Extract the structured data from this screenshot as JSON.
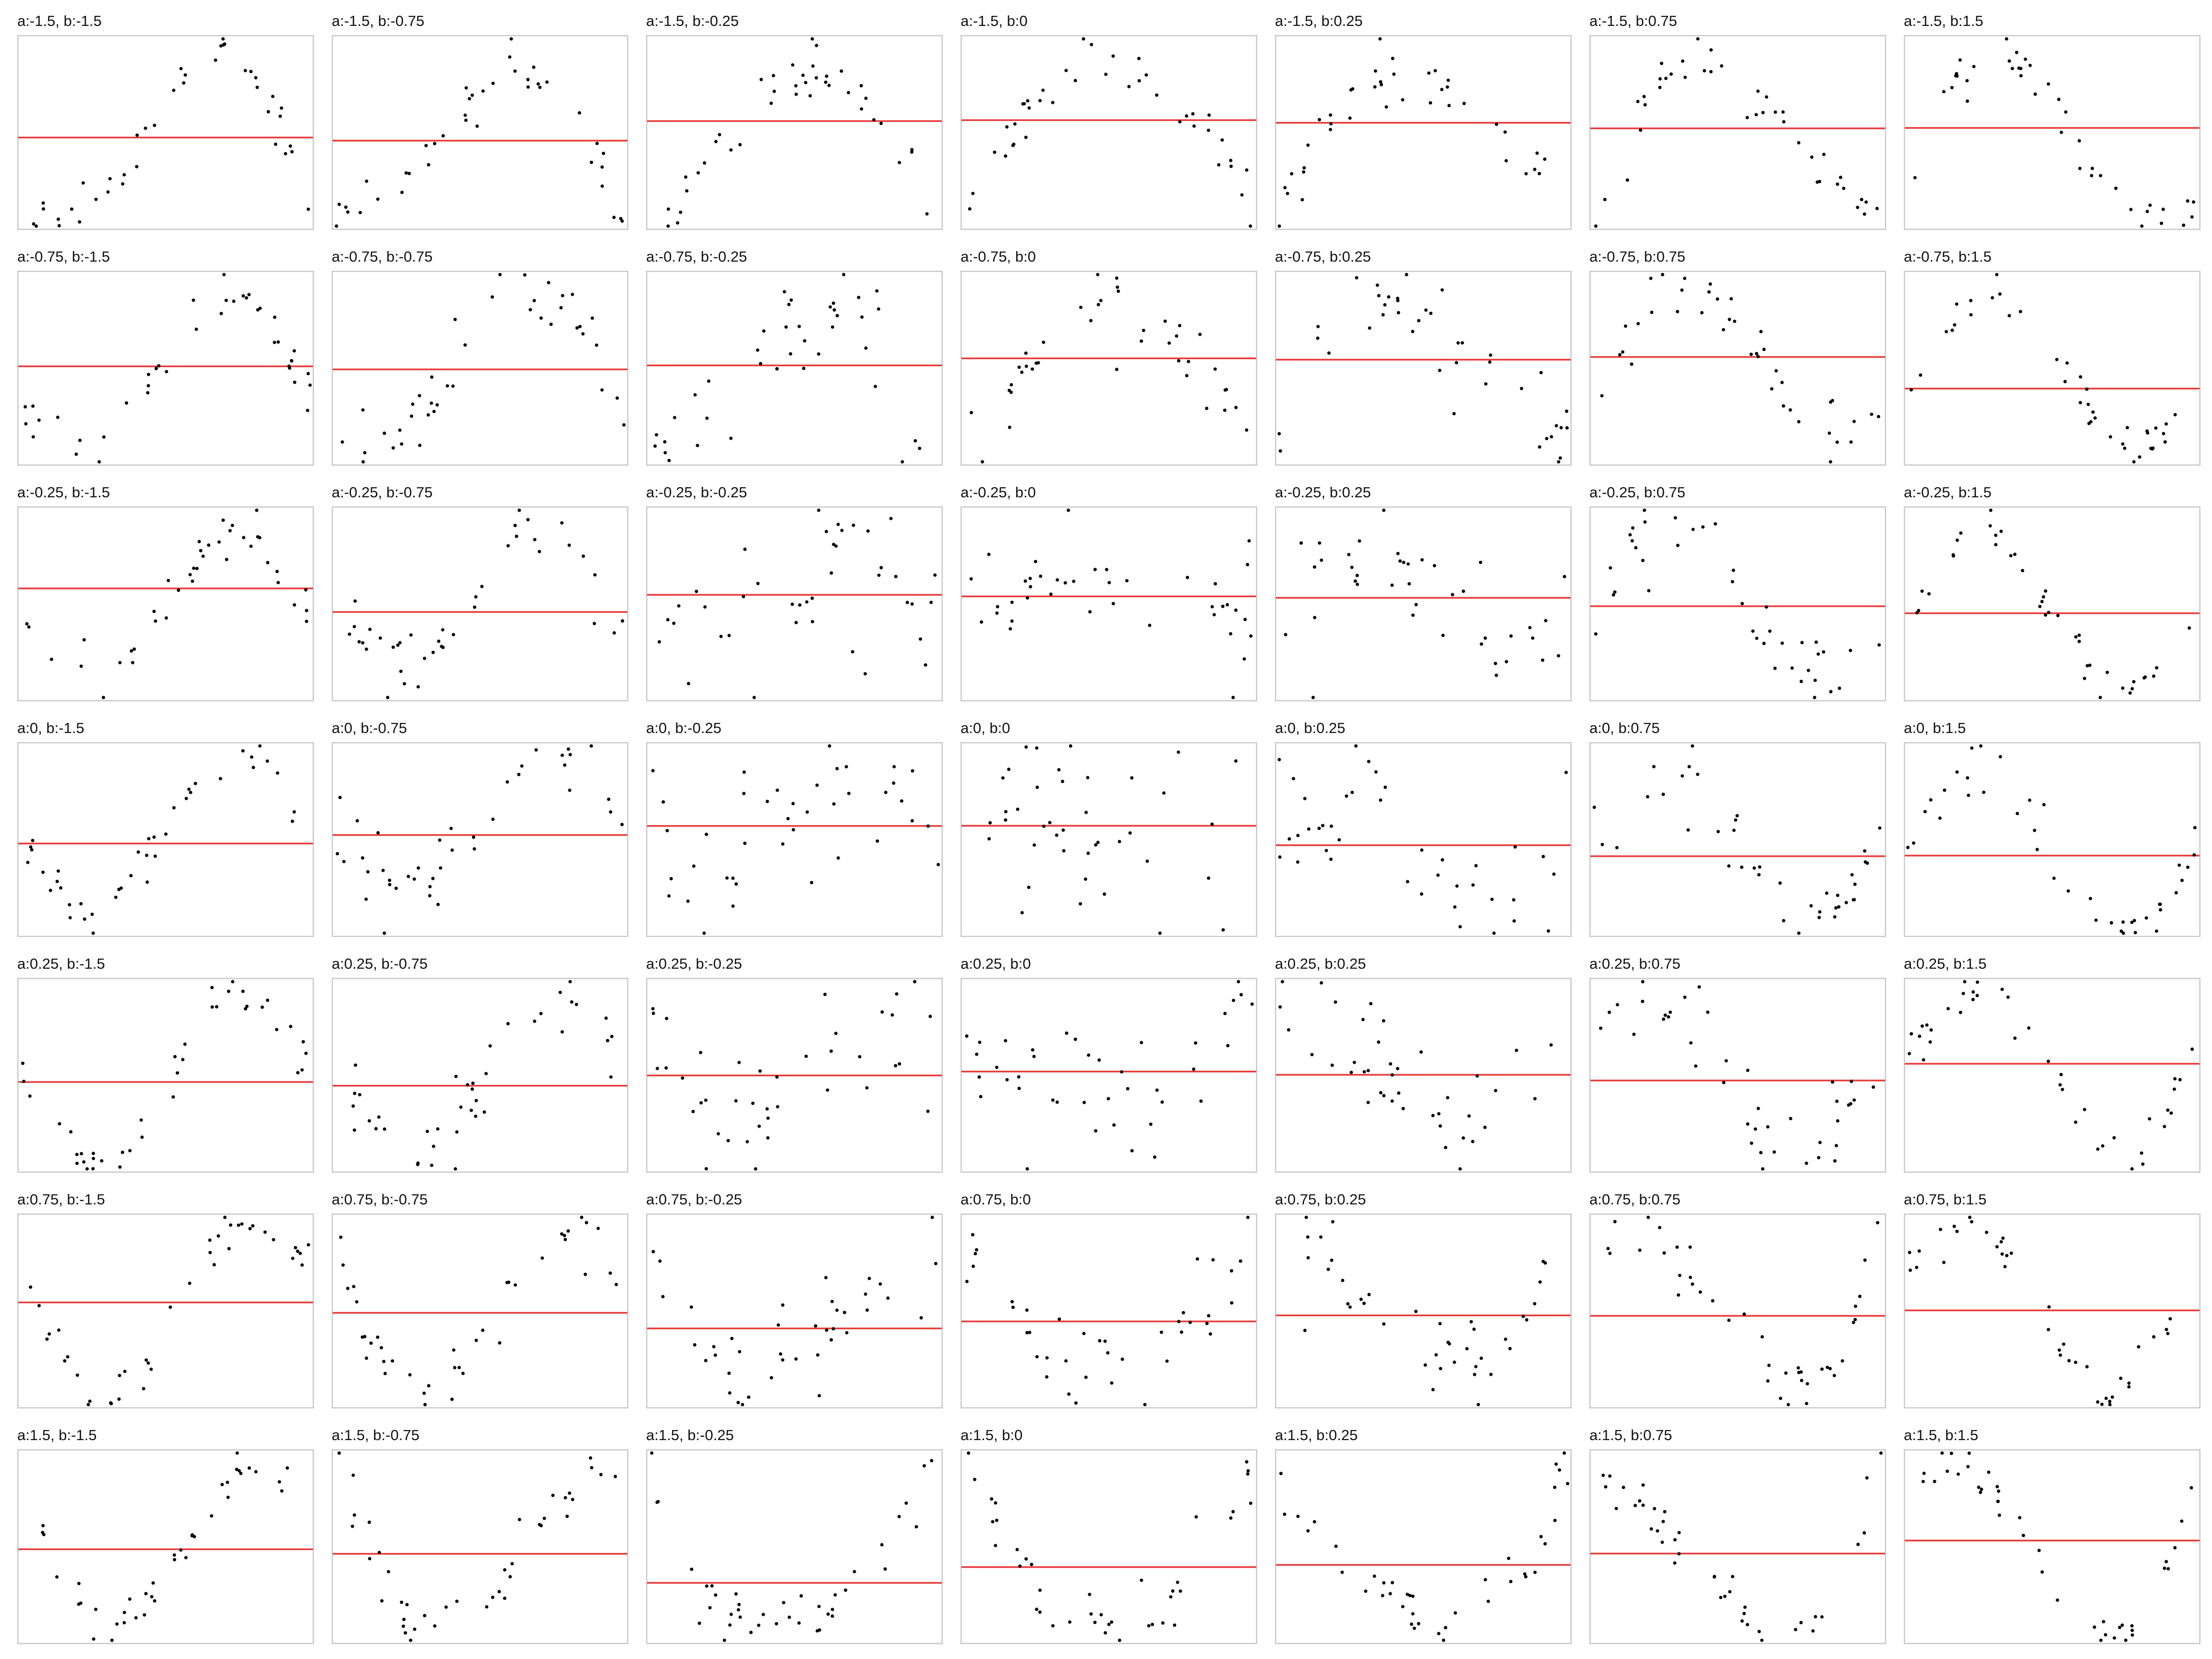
{
  "colors": {
    "points": "#000000",
    "fit_line": "#e8393a",
    "frame": "#c8c8c8",
    "background": "#ffffff"
  },
  "chart_data": {
    "type": "scatter",
    "layout": "small multiples, 7 rows x 7 columns",
    "grid_rows_a": [
      -1.5,
      -0.75,
      -0.25,
      0,
      0.25,
      0.75,
      1.5
    ],
    "grid_cols_b": [
      -1.5,
      -0.75,
      -0.25,
      0,
      0.25,
      0.75,
      1.5
    ],
    "xlim": [
      0,
      1
    ],
    "ylim": [
      -1,
      1
    ],
    "axes_visible": false,
    "grid": false,
    "legend": "none",
    "point_count_per_panel": 40,
    "horizontal_line": "red line at mean of y in each panel",
    "point_noise_sd": 0.08,
    "panels": [
      {
        "title": "a:-1.5, b:-1.5",
        "a": -1.5,
        "b": -1.5
      },
      {
        "title": "a:-1.5, b:-0.75",
        "a": -1.5,
        "b": -0.75
      },
      {
        "title": "a:-1.5, b:-0.25",
        "a": -1.5,
        "b": -0.25
      },
      {
        "title": "a:-1.5, b:0",
        "a": -1.5,
        "b": 0
      },
      {
        "title": "a:-1.5, b:0.25",
        "a": -1.5,
        "b": 0.25
      },
      {
        "title": "a:-1.5, b:0.75",
        "a": -1.5,
        "b": 0.75
      },
      {
        "title": "a:-1.5, b:1.5",
        "a": -1.5,
        "b": 1.5
      },
      {
        "title": "a:-0.75, b:-1.5",
        "a": -0.75,
        "b": -1.5
      },
      {
        "title": "a:-0.75, b:-0.75",
        "a": -0.75,
        "b": -0.75
      },
      {
        "title": "a:-0.75, b:-0.25",
        "a": -0.75,
        "b": -0.25
      },
      {
        "title": "a:-0.75, b:0",
        "a": -0.75,
        "b": 0
      },
      {
        "title": "a:-0.75, b:0.25",
        "a": -0.75,
        "b": 0.25
      },
      {
        "title": "a:-0.75, b:0.75",
        "a": -0.75,
        "b": 0.75
      },
      {
        "title": "a:-0.75, b:1.5",
        "a": -0.75,
        "b": 1.5
      },
      {
        "title": "a:-0.25, b:-1.5",
        "a": -0.25,
        "b": -1.5
      },
      {
        "title": "a:-0.25, b:-0.75",
        "a": -0.25,
        "b": -0.75
      },
      {
        "title": "a:-0.25, b:-0.25",
        "a": -0.25,
        "b": -0.25
      },
      {
        "title": "a:-0.25, b:0",
        "a": -0.25,
        "b": 0
      },
      {
        "title": "a:-0.25, b:0.25",
        "a": -0.25,
        "b": 0.25
      },
      {
        "title": "a:-0.25, b:0.75",
        "a": -0.25,
        "b": 0.75
      },
      {
        "title": "a:-0.25, b:1.5",
        "a": -0.25,
        "b": 1.5
      },
      {
        "title": "a:0, b:-1.5",
        "a": 0,
        "b": -1.5
      },
      {
        "title": "a:0, b:-0.75",
        "a": 0,
        "b": -0.75
      },
      {
        "title": "a:0, b:-0.25",
        "a": 0,
        "b": -0.25
      },
      {
        "title": "a:0, b:0",
        "a": 0,
        "b": 0
      },
      {
        "title": "a:0, b:0.25",
        "a": 0,
        "b": 0.25
      },
      {
        "title": "a:0, b:0.75",
        "a": 0,
        "b": 0.75
      },
      {
        "title": "a:0, b:1.5",
        "a": 0,
        "b": 1.5
      },
      {
        "title": "a:0.25, b:-1.5",
        "a": 0.25,
        "b": -1.5
      },
      {
        "title": "a:0.25, b:-0.75",
        "a": 0.25,
        "b": -0.75
      },
      {
        "title": "a:0.25, b:-0.25",
        "a": 0.25,
        "b": -0.25
      },
      {
        "title": "a:0.25, b:0",
        "a": 0.25,
        "b": 0
      },
      {
        "title": "a:0.25, b:0.25",
        "a": 0.25,
        "b": 0.25
      },
      {
        "title": "a:0.25, b:0.75",
        "a": 0.25,
        "b": 0.75
      },
      {
        "title": "a:0.25, b:1.5",
        "a": 0.25,
        "b": 1.5
      },
      {
        "title": "a:0.75, b:-1.5",
        "a": 0.75,
        "b": -1.5
      },
      {
        "title": "a:0.75, b:-0.75",
        "a": 0.75,
        "b": -0.75
      },
      {
        "title": "a:0.75, b:-0.25",
        "a": 0.75,
        "b": -0.25
      },
      {
        "title": "a:0.75, b:0",
        "a": 0.75,
        "b": 0
      },
      {
        "title": "a:0.75, b:0.25",
        "a": 0.75,
        "b": 0.25
      },
      {
        "title": "a:0.75, b:0.75",
        "a": 0.75,
        "b": 0.75
      },
      {
        "title": "a:0.75, b:1.5",
        "a": 0.75,
        "b": 1.5
      },
      {
        "title": "a:1.5, b:-1.5",
        "a": 1.5,
        "b": -1.5
      },
      {
        "title": "a:1.5, b:-0.75",
        "a": 1.5,
        "b": -0.75
      },
      {
        "title": "a:1.5, b:-0.25",
        "a": 1.5,
        "b": -0.25
      },
      {
        "title": "a:1.5, b:0",
        "a": 1.5,
        "b": 0
      },
      {
        "title": "a:1.5, b:0.25",
        "a": 1.5,
        "b": 0.25
      },
      {
        "title": "a:1.5, b:0.75",
        "a": 1.5,
        "b": 0.75
      },
      {
        "title": "a:1.5, b:1.5",
        "a": 1.5,
        "b": 1.5
      }
    ]
  }
}
